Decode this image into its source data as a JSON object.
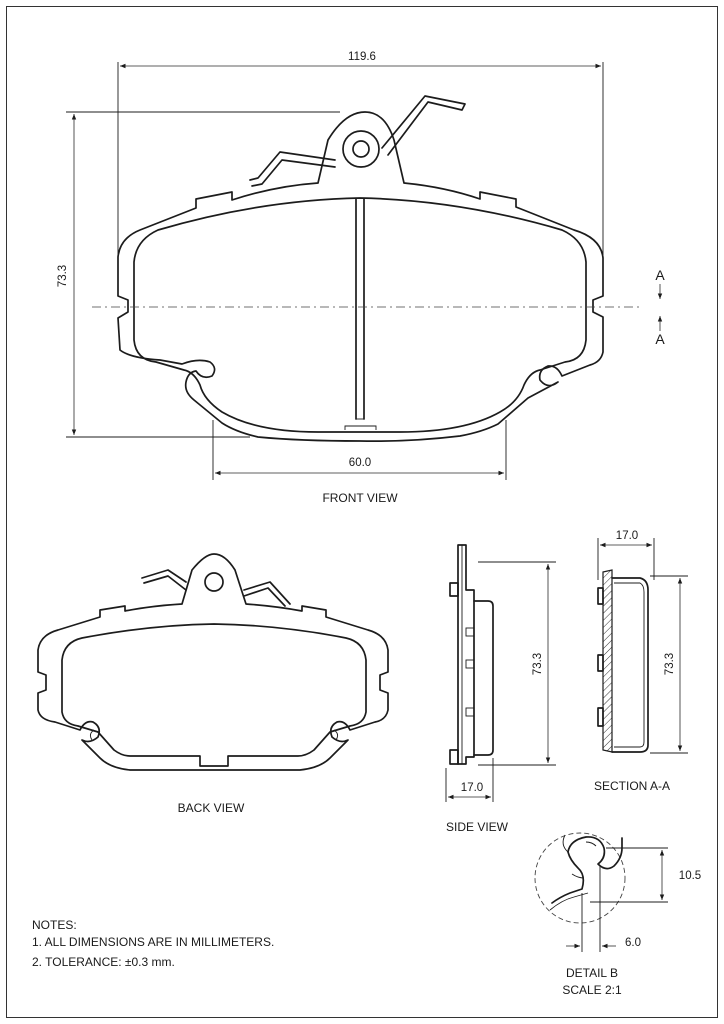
{
  "views": {
    "front": "FRONT VIEW",
    "back": "BACK VIEW",
    "side": "SIDE VIEW",
    "section": "SECTION A-A",
    "detail_line1": "DETAIL B",
    "detail_line2": "SCALE 2:1"
  },
  "dimensions": {
    "overall_width": "119.6",
    "overall_height": "73.3",
    "inner_width": "60.0",
    "side_height": "73.3",
    "side_thickness": "17.0",
    "section_thickness": "17.0",
    "section_height": "73.3",
    "detail_height": "10.5",
    "detail_width": "6.0"
  },
  "section_marker": {
    "top": "A",
    "bottom": "A"
  },
  "notes": {
    "title": "NOTES:",
    "items": [
      "1.  ALL DIMENSIONS ARE IN MILLIMETERS.",
      "2.  TOLERANCE: ±0.3 mm."
    ]
  }
}
